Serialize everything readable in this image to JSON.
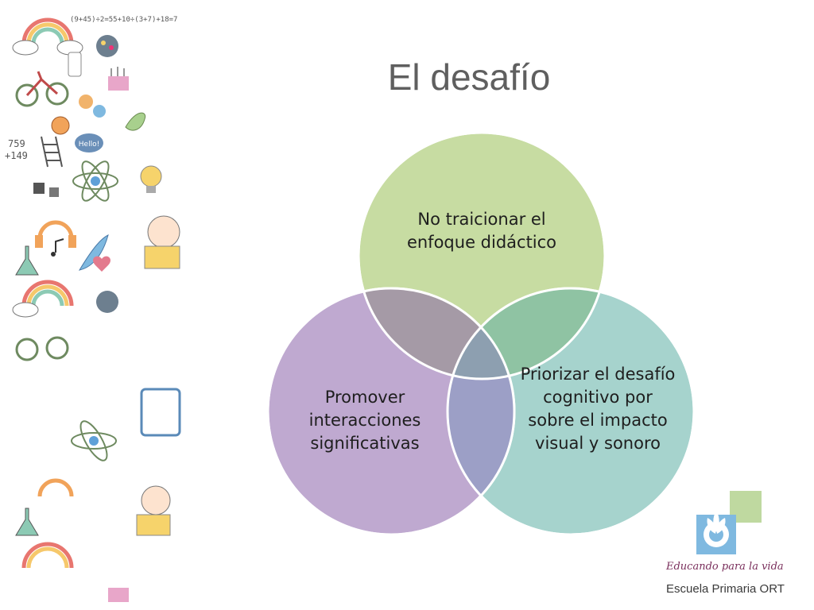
{
  "slide": {
    "title": "El desafío"
  },
  "venn": {
    "circles": [
      {
        "id": "top",
        "text": "No traicionar el enfoque didáctico",
        "color": "#c7dca2"
      },
      {
        "id": "right",
        "text": "Priorizar el desafío cognitivo por sobre el impacto visual y sonoro",
        "color": "#a6d3cd"
      },
      {
        "id": "left",
        "text": "Promover interacciones significativas",
        "color": "#bfa9d0"
      }
    ],
    "overlap_colors": {
      "top_left": "#a59aa6",
      "top_right": "#8fc3a3",
      "left_right": "#9c9fc6",
      "center": "#8d9fb0"
    }
  },
  "branding": {
    "tagline": "Educando para la vida",
    "school": "Escuela Primaria ORT",
    "logo_icon": "wheat-gear-logo-icon",
    "logo_colors": [
      "#7fb9e0",
      "#bfd9a0"
    ]
  },
  "decoration": {
    "icons": [
      "rainbow-icon",
      "bicycle-icon",
      "paint-palette-icon",
      "handprint-icon",
      "ball-icon",
      "ladder-icon",
      "atom-icon",
      "lightbulb-icon",
      "headphones-icon",
      "flask-icon",
      "feather-icon",
      "heart-icon",
      "boy-reading-icon",
      "phone-icon",
      "leaf-icon",
      "tablet-icon",
      "music-note-icon",
      "speech-bubble-icon",
      "candle-icon",
      "dice-icon"
    ],
    "math_text": [
      "(9+45)÷2=55+10÷(3+7)+18=7",
      "759",
      "+149"
    ],
    "bubble_text": "Hello!"
  }
}
